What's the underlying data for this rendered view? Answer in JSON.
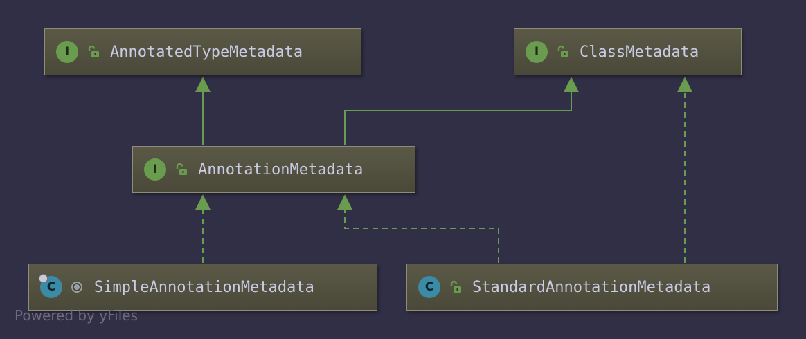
{
  "colors": {
    "background": "#312f45",
    "node_fill": "#524f3f",
    "node_border": "#8f8d7a",
    "edge": "#6a9c4f",
    "interface_badge": "#6a9c4f",
    "class_badge": "#3b8ba6",
    "label_text": "#c8cbe3"
  },
  "nodes": {
    "annotated_type_metadata": {
      "kind_letter": "I",
      "kind": "interface",
      "visibility": "public",
      "label": "AnnotatedTypeMetadata"
    },
    "class_metadata": {
      "kind_letter": "I",
      "kind": "interface",
      "visibility": "public",
      "label": "ClassMetadata"
    },
    "annotation_metadata": {
      "kind_letter": "I",
      "kind": "interface",
      "visibility": "public",
      "label": "AnnotationMetadata"
    },
    "simple_annotation_metadata": {
      "kind_letter": "C",
      "kind": "class",
      "visibility": "package-private",
      "final": true,
      "label": "SimpleAnnotationMetadata"
    },
    "standard_annotation_metadata": {
      "kind_letter": "C",
      "kind": "class",
      "visibility": "public",
      "label": "StandardAnnotationMetadata"
    }
  },
  "edges": [
    {
      "from": "annotation_metadata",
      "to": "annotated_type_metadata",
      "type": "extends"
    },
    {
      "from": "annotation_metadata",
      "to": "class_metadata",
      "type": "extends"
    },
    {
      "from": "simple_annotation_metadata",
      "to": "annotation_metadata",
      "type": "implements"
    },
    {
      "from": "standard_annotation_metadata",
      "to": "annotation_metadata",
      "type": "implements"
    },
    {
      "from": "standard_annotation_metadata",
      "to": "class_metadata",
      "type": "implements"
    }
  ],
  "footer": {
    "text": "Powered by yFiles"
  }
}
